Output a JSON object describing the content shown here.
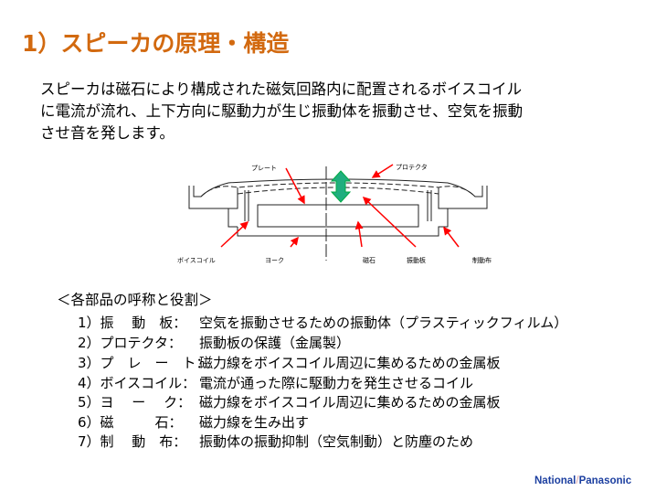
{
  "title": "1）スピーカの原理・構造",
  "intro": [
    "スピーカは磁石により構成された磁気回路内に配置されるボイスコイル",
    "に電流が流れ、上下方向に駆動力が生じ振動体を振動させ、空気を振動",
    "させ音を発します。"
  ],
  "diagram": {
    "labels": {
      "plate": "プレート",
      "protector": "プロテクタ",
      "voice_coil": "ボイスコイル",
      "yoke": "ヨーク",
      "magnet": "磁石",
      "diaphragm": "振動板",
      "damper_cloth": "制動布"
    },
    "arrow_color": "#ff0000",
    "motion_arrow_color": "#1fae7e"
  },
  "parts_heading": "＜各部品の呼称と役割＞",
  "parts": [
    {
      "name": "1）振　 動　板：",
      "role": "空気を振動させるための振動体（プラスティックフィルム）"
    },
    {
      "name": "2）プロテクタ：",
      "role": "振動板の保護（金属製）"
    },
    {
      "name": "3）プ　レ　ー　ト：",
      "role": "磁力線をボイスコイル周辺に集めるための金属板"
    },
    {
      "name": "4）ボイスコイル：",
      "role": "電流が通った際に駆動力を発生させるコイル"
    },
    {
      "name": "5）ヨ　 ー　 ク：",
      "role": "磁力線をボイスコイル周辺に集めるための金属板"
    },
    {
      "name": "6）磁　　　石：",
      "role": "磁力線を生み出す"
    },
    {
      "name": "7）制　 動　布：",
      "role": "振動体の振動抑制（空気制動）と防塵のため"
    }
  ],
  "logo": {
    "left": "National",
    "right": "Panasonic",
    "color": "#1c3fa0"
  },
  "title_color": "#d2690f"
}
